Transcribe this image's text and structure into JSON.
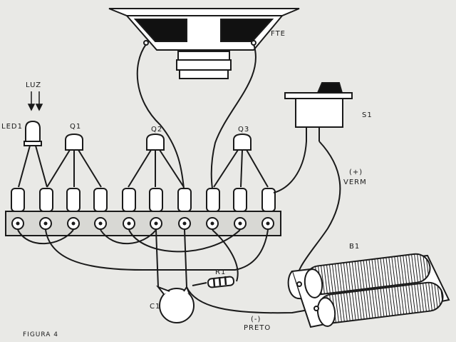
{
  "labels": {
    "light": "LUZ",
    "led": "LED1",
    "q1": "Q1",
    "q2": "Q2",
    "q3": "Q3",
    "speaker": "FTE",
    "switch": "S1",
    "battery": "B1",
    "resistor": "R1",
    "capacitor": "C1",
    "positive_polarity": "(+)",
    "positive_wire": "VERM",
    "negative_polarity": "(-)",
    "negative_wire": "PRETO",
    "figure": "FIGURA 4"
  },
  "colors": {
    "ink": "#1a1a1a",
    "paper": "#e9e9e6"
  }
}
